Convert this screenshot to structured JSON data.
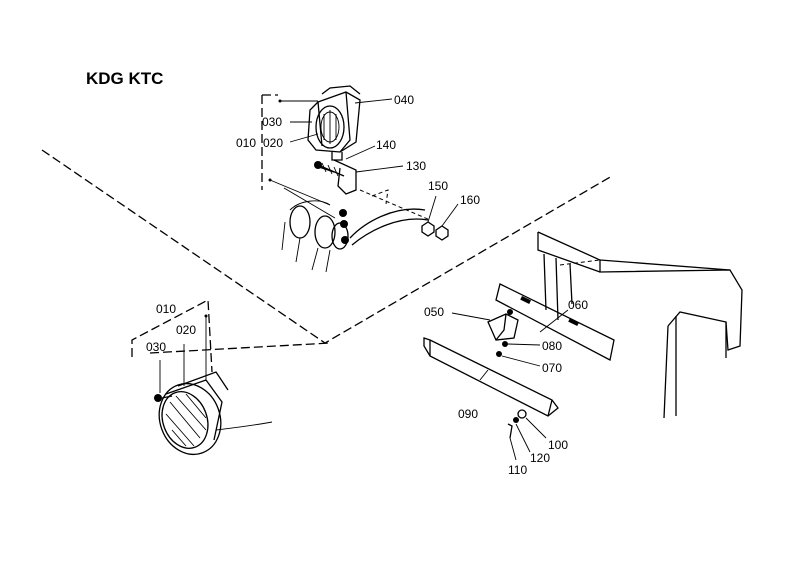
{
  "title": "KDG KTC",
  "labels": {
    "l010a": "010",
    "l020a": "020",
    "l030a": "030",
    "l040": "040",
    "l140": "140",
    "l130": "130",
    "l150": "150",
    "l160": "160",
    "l010b": "010",
    "l020b": "020",
    "l030b": "030",
    "l050": "050",
    "l060": "060",
    "l080": "080",
    "l070": "070",
    "l090": "090",
    "l100": "100",
    "l120": "120",
    "l110": "110"
  }
}
